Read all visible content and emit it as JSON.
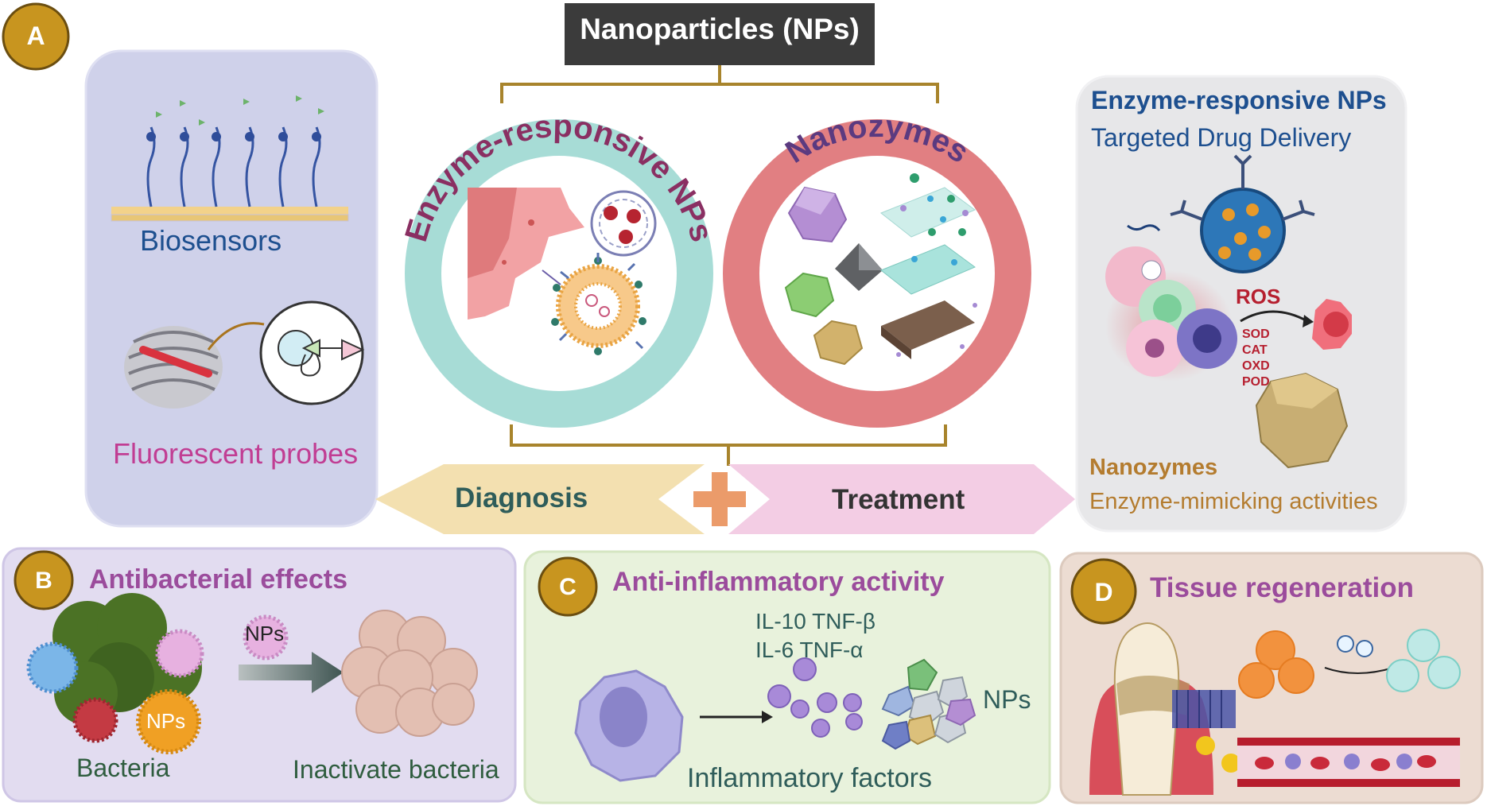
{
  "title": "Nanoparticles (NPs)",
  "panel_a": {
    "badge": "A",
    "biosensors": "Biosensors",
    "fluorescent_probes": "Fluorescent probes",
    "enzyme_ring_label": "Enzyme-responsive NPs",
    "nanozyme_ring_label": "Nanozymes",
    "diagnosis": "Diagnosis",
    "treatment": "Treatment",
    "right_heading": "Enzyme-responsive NPs",
    "right_subheading": "Targeted Drug Delivery",
    "ros": "ROS",
    "enzymes": [
      "SOD",
      "CAT",
      "OXD",
      "POD"
    ],
    "nanozymes_label": "Nanozymes",
    "nanozymes_activity": "Enzyme-mimicking activities"
  },
  "panel_b": {
    "badge": "B",
    "title": "Antibacterial effects",
    "nps_small": "NPs",
    "nps_cluster": "NPs",
    "bacteria": "Bacteria",
    "inactivate": "Inactivate bacteria"
  },
  "panel_c": {
    "badge": "C",
    "title": "Anti-inflammatory activity",
    "cytokines_line1": "IL-10  TNF-β",
    "cytokines_line2": "IL-6  TNF-α",
    "nps": "NPs",
    "factors": "Inflammatory factors"
  },
  "panel_d": {
    "badge": "D",
    "title": "Tissue regeneration"
  },
  "colors": {
    "badge_fill": "#c8951f",
    "teal_ring": "#a7dcd6",
    "red_ring": "#e17f82",
    "title_box": "#3b3b3b",
    "purple_text": "#9b4c9c",
    "blue_text": "#1d4f8f",
    "gold_text": "#b47c2f",
    "green_text": "#2f5d3f"
  }
}
